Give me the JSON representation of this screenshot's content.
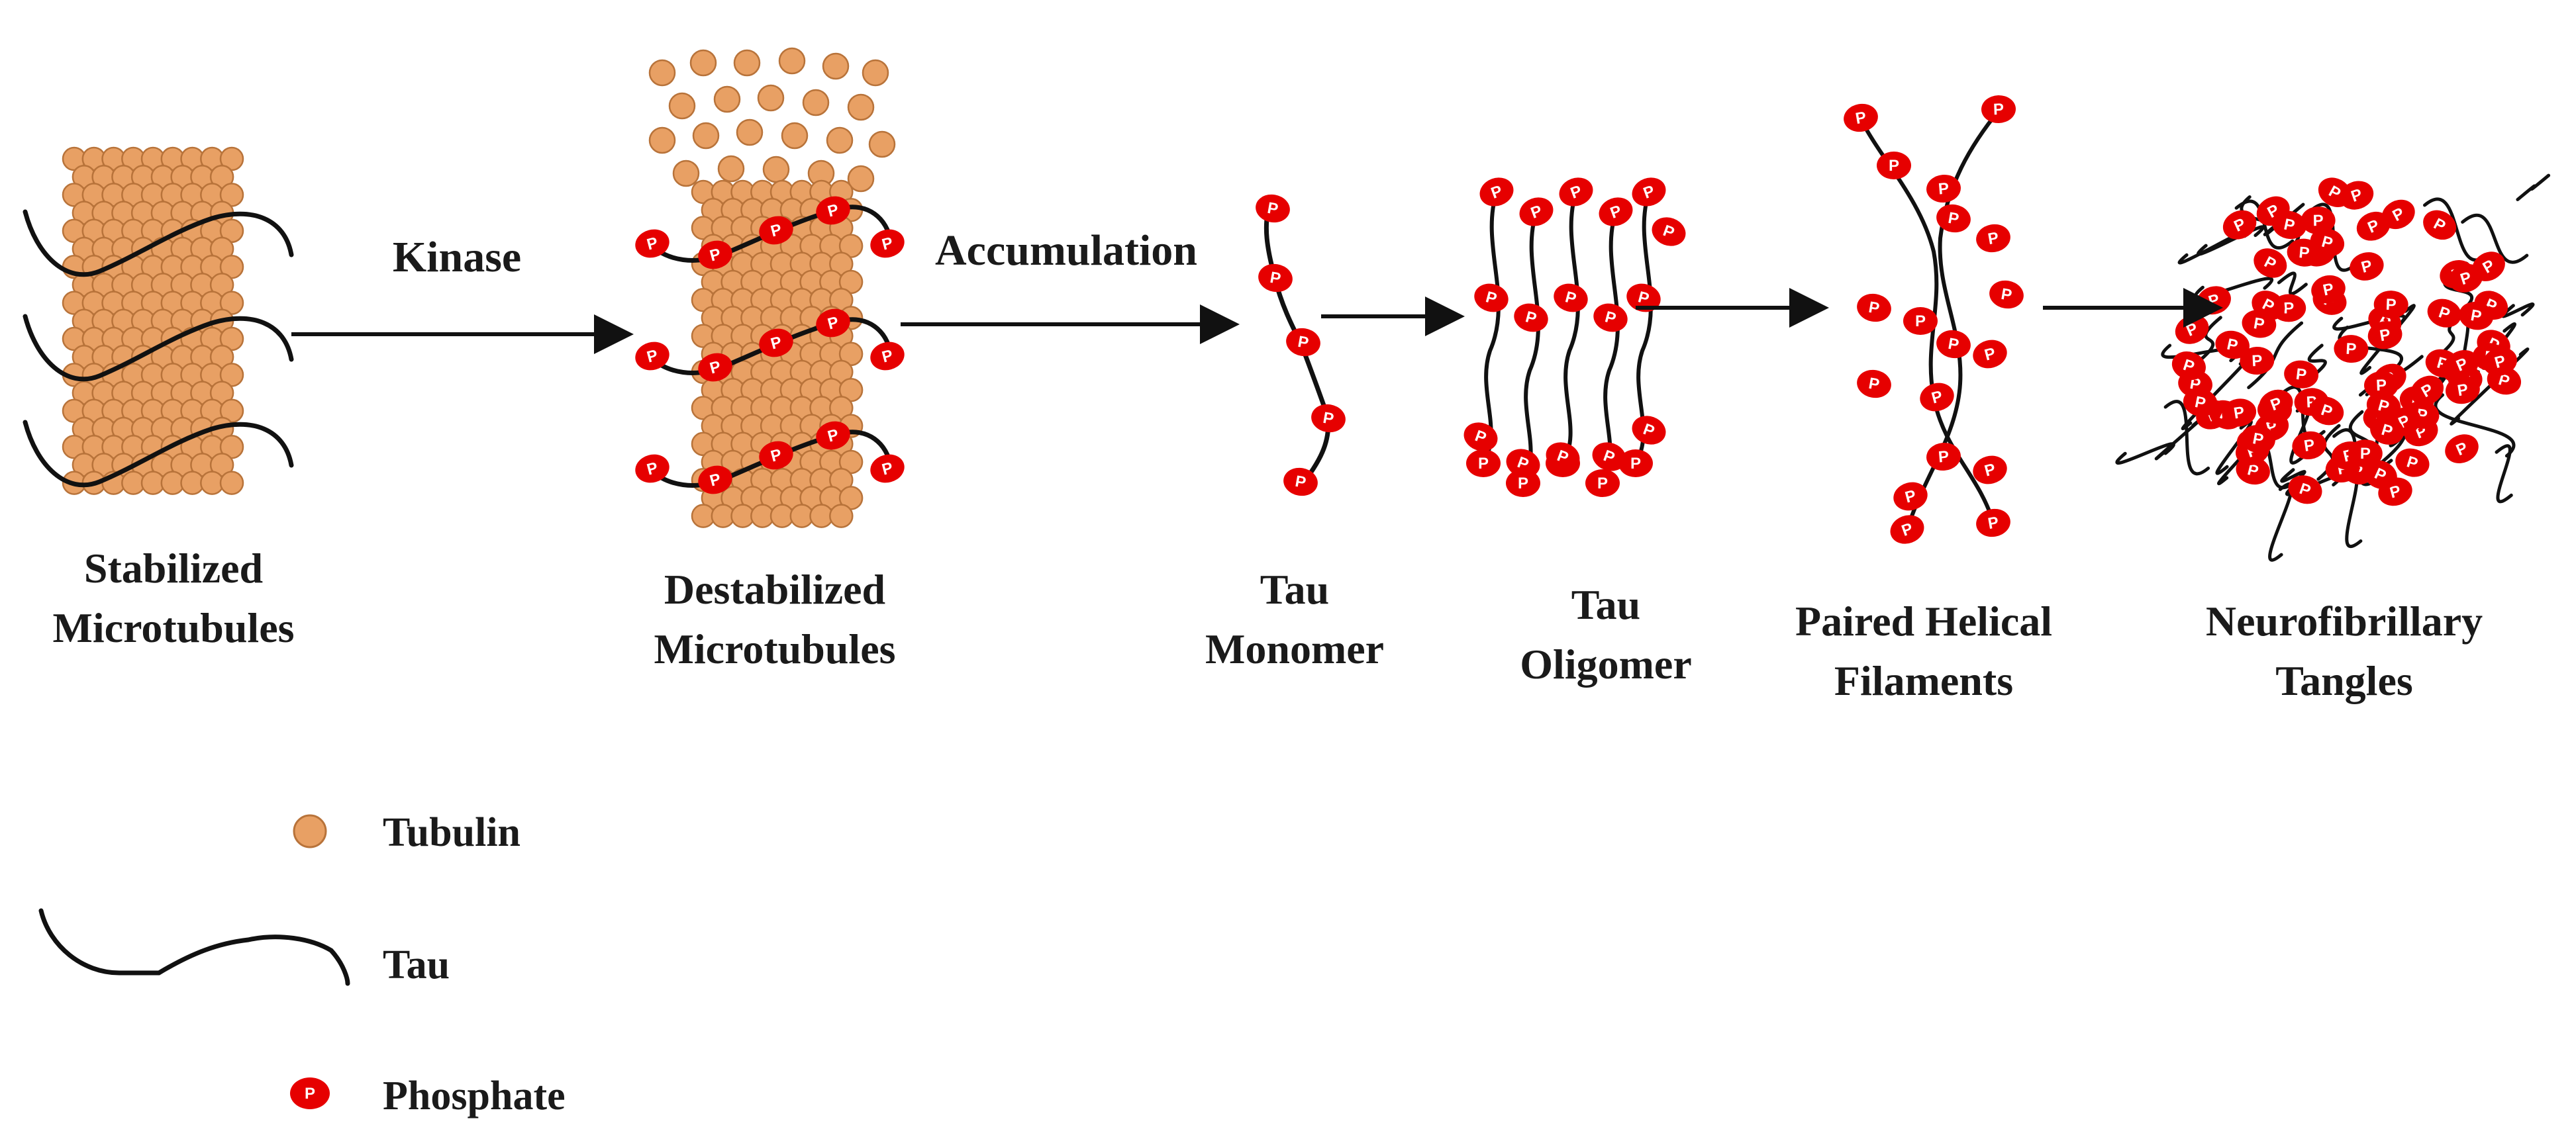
{
  "stages": [
    {
      "line1": "Stabilized",
      "line2": "Microtubules"
    },
    {
      "line1": "Destabilized",
      "line2": "Microtubules"
    },
    {
      "line1": "Tau",
      "line2": "Monomer"
    },
    {
      "line1": "Tau",
      "line2": "Oligomer"
    },
    {
      "line1": "Paired Helical",
      "line2": "Filaments"
    },
    {
      "line1": "Neurofibrillary",
      "line2": "Tangles"
    }
  ],
  "arrows": [
    {
      "label": "Kinase"
    },
    {
      "label": "Accumulation"
    },
    {
      "label": ""
    },
    {
      "label": ""
    },
    {
      "label": ""
    }
  ],
  "legend": {
    "tubulin": "Tubulin",
    "tau": "Tau",
    "phosphate": "Phosphate",
    "phosphate_symbol": "P"
  },
  "colors": {
    "tubulin": "#e8a064",
    "tubulin_edge": "#b8733a",
    "tau": "#111111",
    "phosphate": "#e60000"
  }
}
